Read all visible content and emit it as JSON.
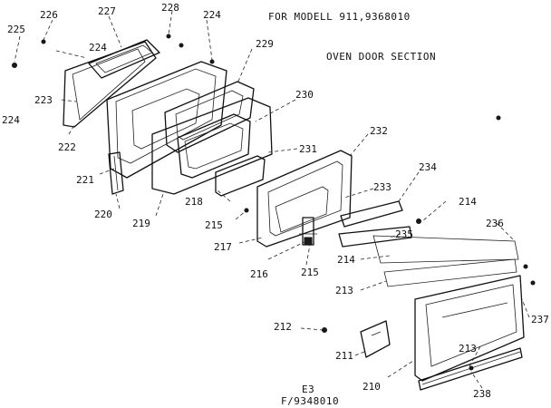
{
  "header": {
    "model": "FOR MODELL 911,9368010",
    "section": "OVEN DOOR SECTION"
  },
  "footer": {
    "code": "E3",
    "ref": "F/9348010"
  },
  "labels": {
    "l225": "225",
    "l226": "226",
    "l227": "227",
    "l228": "228",
    "l224a": "224",
    "l224b": "224",
    "l224c": "224",
    "l229": "229",
    "l223": "223",
    "l230": "230",
    "l222": "222",
    "l231": "231",
    "l232": "232",
    "l221": "221",
    "l234": "234",
    "l218": "218",
    "l233": "233",
    "l214a": "214",
    "l220": "220",
    "l215a": "215",
    "l219": "219",
    "l236": "236",
    "l217": "217",
    "l235": "235",
    "l214b": "214",
    "l216": "216",
    "l215b": "215",
    "l213a": "213",
    "l212": "212",
    "l237": "237",
    "l213b": "213",
    "l211": "211",
    "l210": "210",
    "l238": "238"
  }
}
